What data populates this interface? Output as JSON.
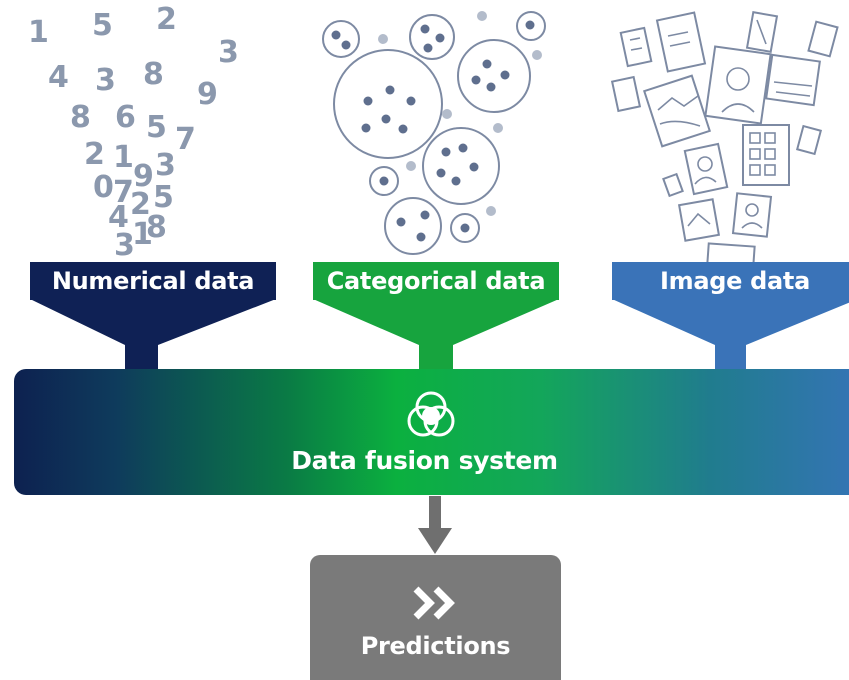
{
  "numbers_cloud": [
    "1",
    "5",
    "2",
    "3",
    "4",
    "3",
    "8",
    "9",
    "8",
    "6",
    "5",
    "7",
    "2",
    "1",
    "9",
    "3",
    "0",
    "7",
    "2",
    "5",
    "4",
    "3",
    "1",
    "8"
  ],
  "funnels": [
    {
      "label": "Numerical data",
      "color": "#0f2155"
    },
    {
      "label": "Categorical data",
      "color": "#17a43e"
    },
    {
      "label": "Image data",
      "color": "#3a73b8"
    }
  ],
  "fusion": {
    "label": "Data fusion system"
  },
  "output": {
    "label": "Predictions",
    "color": "#7a7a7a"
  },
  "icons": {
    "categorical": "circle-clusters-icon",
    "image": "photo-collage-icon",
    "fusion": "venn-circles-icon",
    "predictions": "double-chevron-right-icon",
    "arrow": "arrow-down-icon"
  }
}
